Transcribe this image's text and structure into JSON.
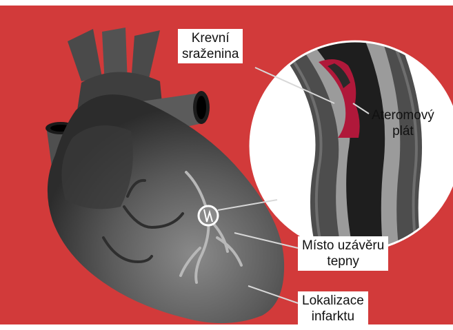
{
  "colors": {
    "background_red": "#d23a3a",
    "heart_dark": "#3b3b3b",
    "heart_mid": "#6a6a6a",
    "clot_crimson": "#b0183a",
    "plaque_gray": "#9b9b9b",
    "label_bg": "#ffffff"
  },
  "labels": {
    "clot": {
      "line1": "Krevní",
      "line2": "sraženina"
    },
    "plaque": {
      "line1": "Ateromový",
      "line2": "plát"
    },
    "occlusion": {
      "line1": "Místo uzávěru",
      "line2": "tepny"
    },
    "infarct": {
      "line1": "Lokalizace",
      "line2": "infarktu"
    }
  }
}
